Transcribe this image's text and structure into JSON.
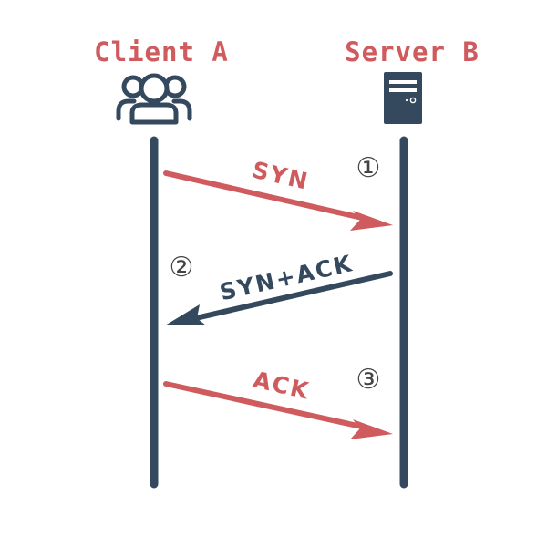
{
  "colors": {
    "accent_red": "#cf5b5e",
    "dark_slate": "#34495e",
    "background": "#ffffff"
  },
  "participants": {
    "client": {
      "label": "Client A",
      "icon": "users-icon"
    },
    "server": {
      "label": "Server B",
      "icon": "server-icon"
    }
  },
  "messages": [
    {
      "label": "SYN",
      "step": "①",
      "direction": "client-to-server",
      "color": "#cf5b5e"
    },
    {
      "label": "SYN+ACK",
      "step": "②",
      "direction": "server-to-client",
      "color": "#34495e"
    },
    {
      "label": "ACK",
      "step": "③",
      "direction": "client-to-server",
      "color": "#cf5b5e"
    }
  ]
}
